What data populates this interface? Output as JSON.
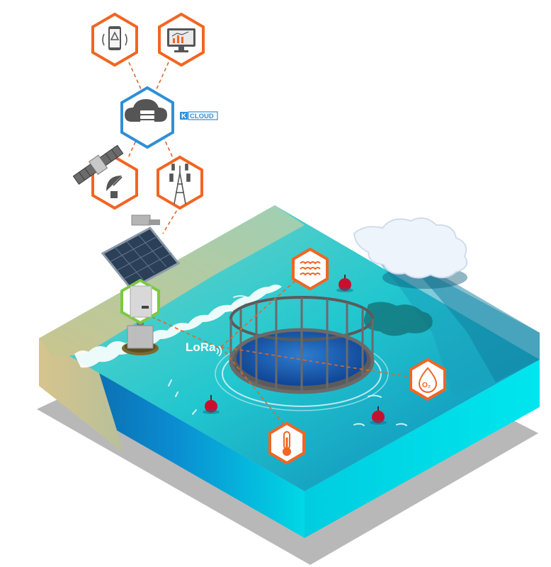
{
  "brand": {
    "badge_letter": "K",
    "cloud_label": "CLOUD"
  },
  "network": {
    "lora_label": "LoRa"
  },
  "icons": {
    "mobile_alert": "mobile-alert-icon",
    "dashboard": "monitor-dashboard-icon",
    "cloud_server": "cloud-server-icon",
    "satellite": "satellite-dish-icon",
    "cell_tower": "cell-tower-icon",
    "gateway": "gateway-station-icon",
    "wave_sensor": "wave-sensor-icon",
    "oxygen_sensor": "oxygen-sensor-icon",
    "temperature_sensor": "temperature-sensor-icon"
  },
  "sensors": {
    "oxygen_symbol": "O₂"
  },
  "colors": {
    "accent_orange": "#f26522",
    "cloud_blue": "#2f8fd8",
    "gateway_green": "#7ac943",
    "water": "#19c9c9",
    "deep_water": "#0a6aa1",
    "buoy_red": "#c8102e"
  }
}
